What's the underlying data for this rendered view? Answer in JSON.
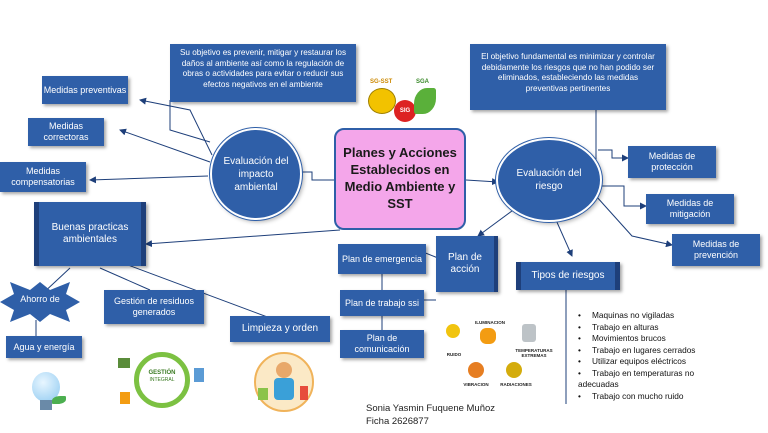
{
  "center": {
    "title": "Planes y Acciones Establecidos en Medio Ambiente y SST"
  },
  "logos": {
    "sst": "SG-SST",
    "sig": "SIG",
    "sga": "SGA"
  },
  "left_circle": "Evaluación del impacto ambiental",
  "right_circle": "Evaluación del riesgo",
  "left_callout": "Su objetivo es prevenir, mitigar y restaurar los daños al ambiente así como la regulación de obras o actividades para evitar o reducir sus efectos negativos en el ambiente",
  "right_callout": "El objetivo fundamental es minimizar y controlar debidamente los riesgos que no han podido ser eliminados, estableciendo las medidas preventivas pertinentes",
  "left_measures": [
    "Medidas preventivas",
    "Medidas correctoras",
    "Medidas compensatorias"
  ],
  "right_measures": [
    "Medidas de protección",
    "Medidas de mitigación",
    "Medidas de prevención"
  ],
  "good_practices": "Buenas practicas ambientales",
  "practices": {
    "ahorro": "Ahorro de",
    "agua": "Agua y energía",
    "residuos": "Gestión de residuos generados",
    "limpieza": "Limpieza y orden"
  },
  "action_plan": "Plan de acción",
  "plans": [
    "Plan de emergencia",
    "Plan de trabajo ssi",
    "Plan de comunicación"
  ],
  "risk_types": "Tipos de riesgos",
  "risks": [
    "Maquinas no vigiladas",
    "Trabajo en alturas",
    "Movimientos brucos",
    "Trabajo en lugares cerrados",
    "Utilizar equipos eléctricos",
    "Trabajo en temperaturas no adecuadas",
    "Trabajo con mucho ruido"
  ],
  "risk_icons": {
    "ruido": "RUIDO",
    "iluminacion": "ILUMINACION",
    "temperaturas": "TEMPERATURAS EXTREMAS",
    "vibracion": "VIBRACION",
    "radiaciones": "RADIACIONES"
  },
  "gestion_image": {
    "line1": "GESTIÓN",
    "line2": "INTEGRAL"
  },
  "author": {
    "name": "Sonia Yasmin Fuquene Muñoz",
    "ficha": "Ficha 2626877"
  },
  "colors": {
    "primary": "#2f5fa8",
    "center": "#f4a6ea",
    "arrow": "#1e3f7a"
  }
}
